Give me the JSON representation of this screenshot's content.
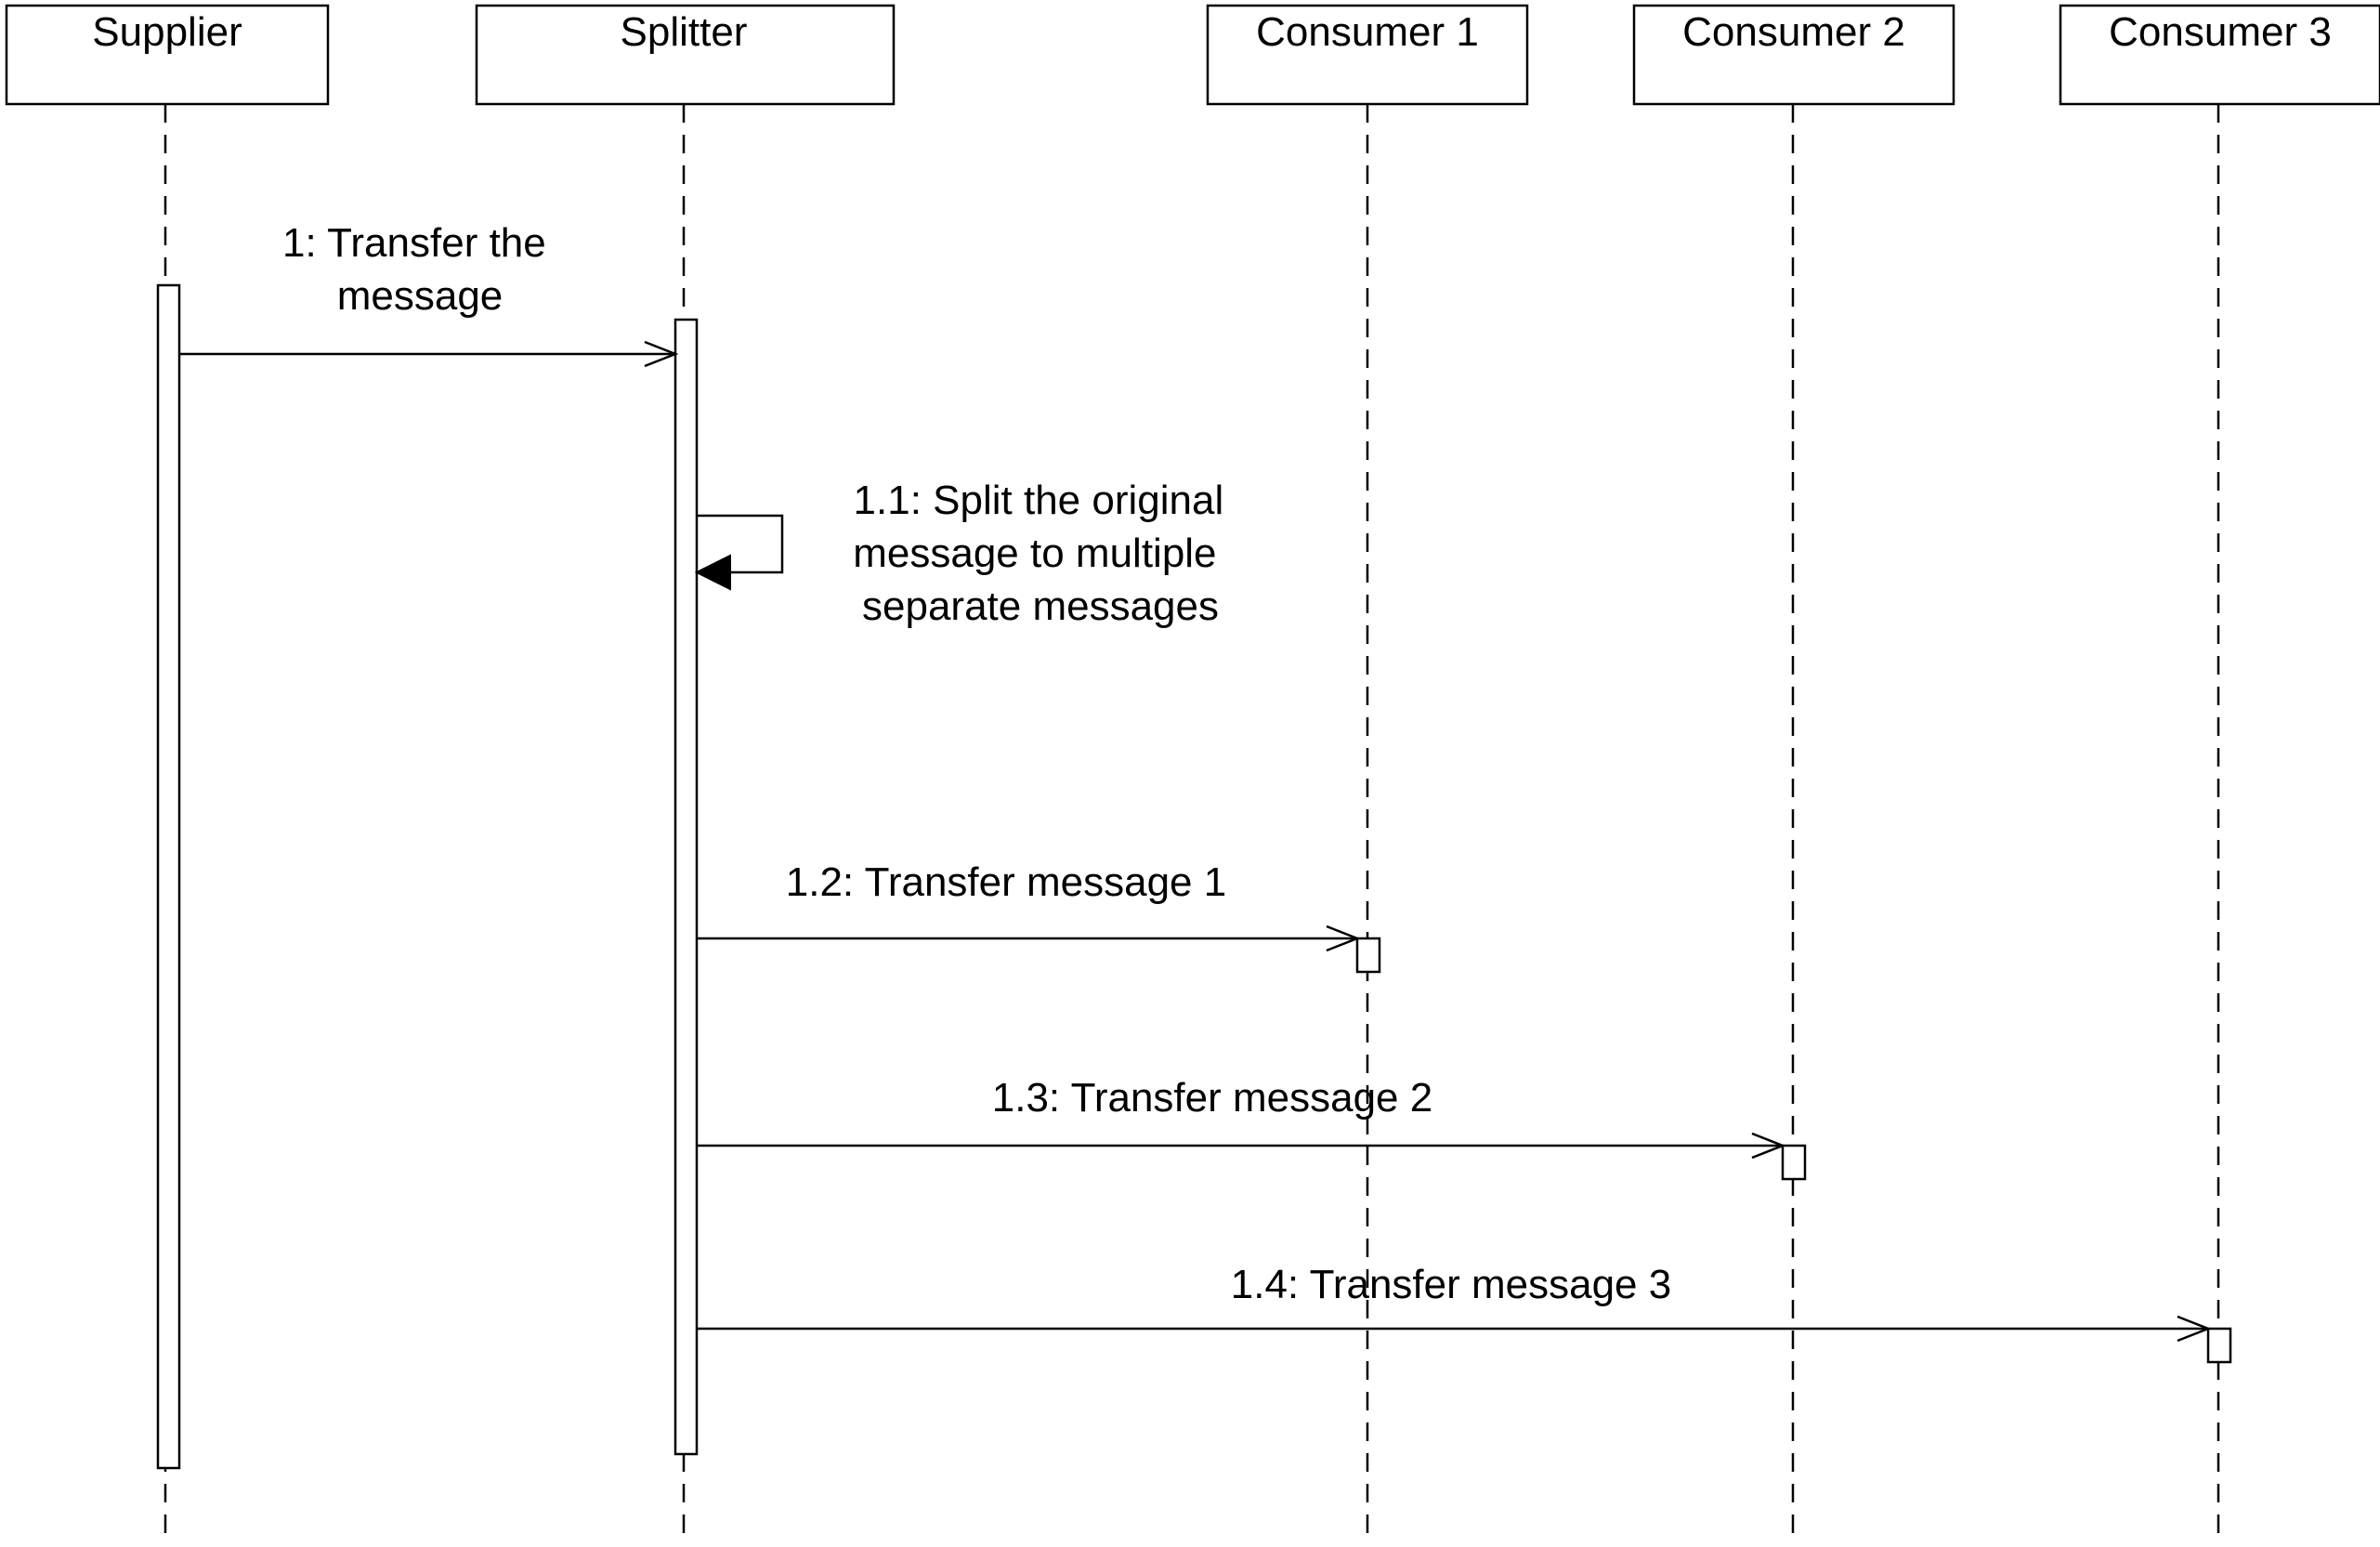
{
  "diagram": {
    "participants": [
      {
        "id": "supplier",
        "name": "Supplier"
      },
      {
        "id": "splitter",
        "name": "Splitter"
      },
      {
        "id": "consumer1",
        "name": "Consumer 1"
      },
      {
        "id": "consumer2",
        "name": "Consumer 2"
      },
      {
        "id": "consumer3",
        "name": "Consumer 3"
      }
    ],
    "messages": [
      {
        "id": "msg-1",
        "from": "supplier",
        "to": "splitter",
        "kind": "sync",
        "label_lines": [
          "1: Transfer the",
          "message"
        ]
      },
      {
        "id": "msg-1-1",
        "from": "splitter",
        "to": "splitter",
        "kind": "self",
        "label_lines": [
          "1.1: Split the original",
          "message to multiple",
          "separate messages"
        ]
      },
      {
        "id": "msg-1-2",
        "from": "splitter",
        "to": "consumer1",
        "kind": "sync",
        "label_lines": [
          "1.2: Transfer message 1"
        ]
      },
      {
        "id": "msg-1-3",
        "from": "splitter",
        "to": "consumer2",
        "kind": "sync",
        "label_lines": [
          "1.3: Transfer message 2"
        ]
      },
      {
        "id": "msg-1-4",
        "from": "splitter",
        "to": "consumer3",
        "kind": "sync",
        "label_lines": [
          "1.4: Transfer message 3"
        ]
      }
    ]
  }
}
